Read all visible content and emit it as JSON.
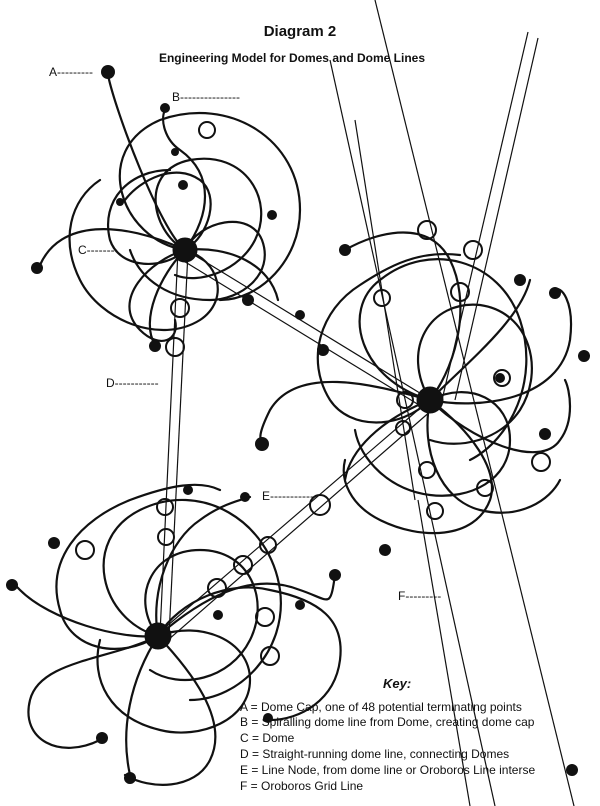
{
  "title": "Diagram 2",
  "subtitle": "Engineering Model for Domes and Dome Lines",
  "labels": {
    "a": "A---------",
    "b": "B---------------",
    "c": "C-------",
    "d": "D-----------",
    "e": "E-----------",
    "f": "F---------"
  },
  "key": {
    "heading": "Key:",
    "items": [
      "A = Dome Cap, one of 48 potential terminating points",
      "B = Spiralling dome line from Dome, creating dome cap",
      "C = Dome",
      "D = Straight-running dome line, connecting Domes",
      "E = Line Node, from dome line or Oroboros Line interse",
      "F = Oroboros Grid Line"
    ]
  }
}
